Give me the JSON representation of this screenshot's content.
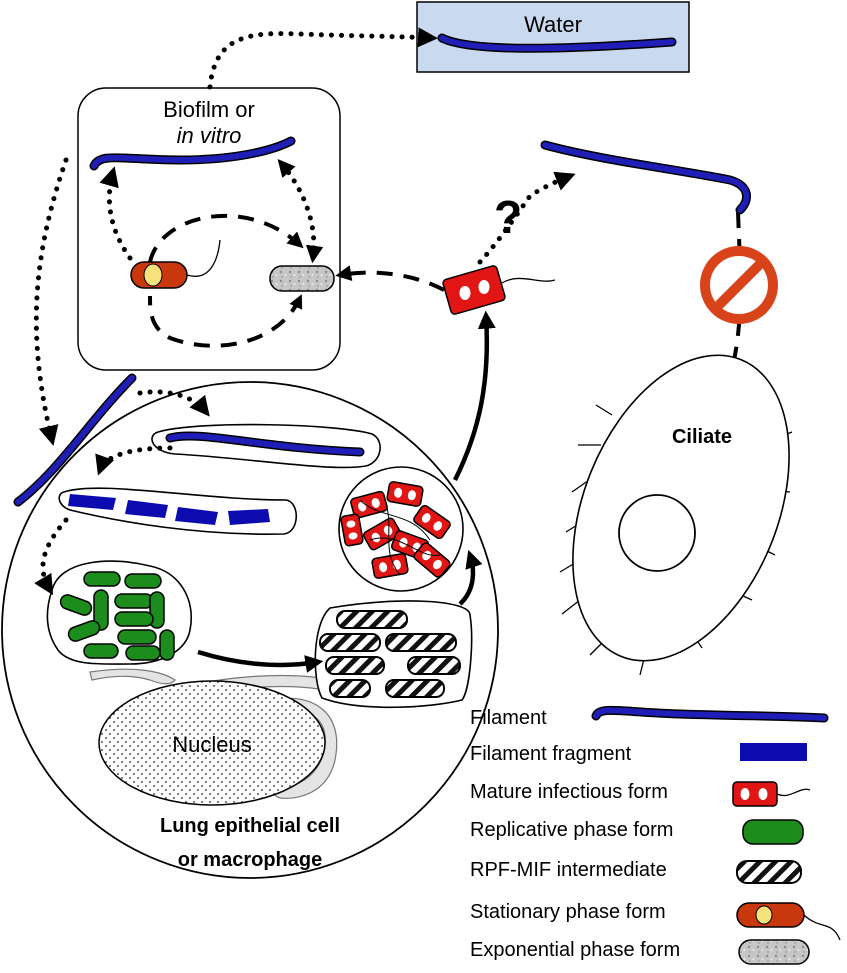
{
  "labels": {
    "water": "Water",
    "biofilm_line1": "Biofilm or",
    "biofilm_line2": "in vitro",
    "question": "?",
    "ciliate": "Ciliate",
    "nucleus": "Nucleus",
    "host_line1": "Lung epithelial cell",
    "host_line2": "or macrophage"
  },
  "legend": [
    {
      "key": "filament",
      "label": "Filament"
    },
    {
      "key": "fragment",
      "label": "Filament fragment"
    },
    {
      "key": "mif",
      "label": "Mature infectious form"
    },
    {
      "key": "rpf",
      "label": "Replicative phase form"
    },
    {
      "key": "intermediate",
      "label": "RPF-MIF intermediate"
    },
    {
      "key": "stationary",
      "label": "Stationary phase form"
    },
    {
      "key": "exponential",
      "label": "Exponential phase form"
    }
  ],
  "colors": {
    "filament": "#0b0bb0",
    "mature_infectious": "#e21515",
    "replicative": "#1c8c1c",
    "stationary": "#c8380c",
    "stationary_spot": "#f6e27a",
    "exponential": "#c8c8c8",
    "water_box": "#c9d9ef",
    "prohibition": "#d9431a"
  },
  "icons": {
    "prohibition": "no-symbol-icon",
    "question": "question-mark"
  }
}
